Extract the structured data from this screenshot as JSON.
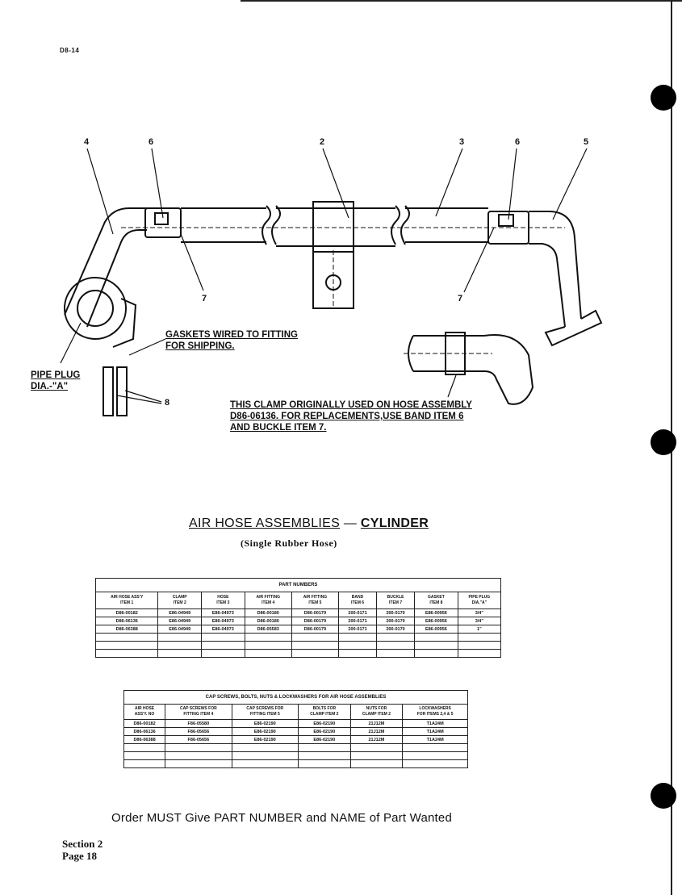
{
  "doc_code": "D8-14",
  "callouts": {
    "c4": "4",
    "c6a": "6",
    "c2": "2",
    "c3": "3",
    "c6b": "6",
    "c5": "5",
    "c7a": "7",
    "c7b": "7",
    "c8": "8"
  },
  "notes": {
    "gaskets_line1": "GASKETS WIRED TO FITTING",
    "gaskets_line2": "FOR SHIPPING.",
    "pipe_plug_line1": "PIPE PLUG",
    "pipe_plug_line2": "DIA.-\"A\"",
    "clamp_line1": "THIS CLAMP ORIGINALLY USED ON HOSE ASSEMBLY",
    "clamp_line2": "D86-06136. FOR REPLACEMENTS,USE BAND ITEM 6",
    "clamp_line3": "AND BUCKLE ITEM 7."
  },
  "title": {
    "part1": "AIR HOSE ASSEMBLIES",
    "dash": " — ",
    "part2": "CYLINDER",
    "subtitle": "(Single Rubber Hose)"
  },
  "part_numbers_table": {
    "caption": "PART NUMBERS",
    "headers": [
      [
        "AIR HOSE ASS'Y",
        "ITEM 1"
      ],
      [
        "CLAMP",
        "ITEM 2"
      ],
      [
        "HOSE",
        "ITEM 3"
      ],
      [
        "AIR FITTING",
        "ITEM 4"
      ],
      [
        "AIR FITTING",
        "ITEM 5"
      ],
      [
        "BAND",
        "ITEM 6"
      ],
      [
        "BUCKLE",
        "ITEM 7"
      ],
      [
        "GASKET",
        "ITEM 8"
      ],
      [
        "PIPE PLUG",
        "DIA.\"A\""
      ]
    ],
    "rows": [
      [
        "D86-00182",
        "E86-04949",
        "E86-04973",
        "D86-00180",
        "D86-00179",
        "200-0171",
        "200-0170",
        "E86-00956",
        "3/4\""
      ],
      [
        "D86-06136",
        "E86-04949",
        "E86-04973",
        "D86-00180",
        "D86-00179",
        "200-0171",
        "200-0170",
        "E86-00956",
        "3/4\""
      ],
      [
        "D86-06388",
        "E86-04949",
        "E86-04973",
        "D86-05583",
        "D86-00179",
        "200-0171",
        "200-0170",
        "E86-00956",
        "1\""
      ]
    ]
  },
  "cap_screws_table": {
    "caption": "CAP SCREWS, BOLTS, NUTS & LOCKWASHERS FOR AIR HOSE ASSEMBLIES",
    "headers": [
      [
        "AIR HOSE",
        "ASS'Y. NO"
      ],
      [
        "CAP SCREWS FOR",
        "FITTING ITEM 4"
      ],
      [
        "CAP SCREWS FOR",
        "FITTING ITEM 5"
      ],
      [
        "BOLTS FOR",
        "CLAMP ITEM 2"
      ],
      [
        "NUTS FOR",
        "CLAMP ITEM 2"
      ],
      [
        "LOCKWASHERS",
        "FOR ITEMS 2,4 & 5"
      ]
    ],
    "rows": [
      [
        "D86-00182",
        "F86-05580",
        "E86-02190",
        "E86-02190",
        "21J12M",
        "T1A24M"
      ],
      [
        "D86-06136",
        "F86-05656",
        "E86-02190",
        "E86-02190",
        "21J12M",
        "T1A24M"
      ],
      [
        "D86-06388",
        "F86-05656",
        "E86-02190",
        "E86-02190",
        "21J12M",
        "T1A24M"
      ]
    ]
  },
  "order_line": "Order MUST Give PART NUMBER and NAME of Part Wanted",
  "footer": {
    "section": "Section 2",
    "page": "Page  18"
  }
}
